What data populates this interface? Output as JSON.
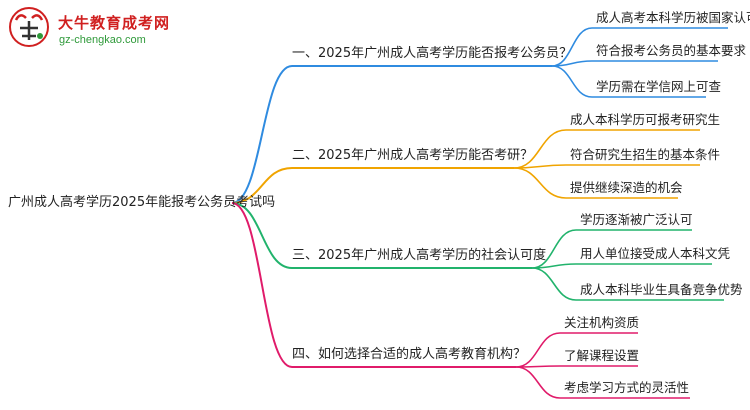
{
  "logo": {
    "title": "大牛教育成考网",
    "url": "gz-chengkao.com"
  },
  "diagram": {
    "root": "广州成人高考学历2025年能报考公务员考试吗",
    "branches": [
      {
        "label": "一、2025年广州成人高考学历能否报考公务员？",
        "color": "#2f8be0",
        "leaves": [
          "成人高考本科学历被国家认可",
          "符合报考公务员的基本要求",
          "学历需在学信网上可查"
        ]
      },
      {
        "label": "二、2025年广州成人高考学历能否考研？",
        "color": "#f0a400",
        "leaves": [
          "成人本科学历可报考研究生",
          "符合研究生招生的基本条件",
          "提供继续深造的机会"
        ]
      },
      {
        "label": "三、2025年广州成人高考学历的社会认可度",
        "color": "#21b36c",
        "leaves": [
          "学历逐渐被广泛认可",
          "用人单位接受成人本科文凭",
          "成人本科毕业生具备竞争优势"
        ]
      },
      {
        "label": "四、如何选择合适的成人高考教育机构？",
        "color": "#e01b6a",
        "leaves": [
          "关注机构资质",
          "了解课程设置",
          "考虑学习方式的灵活性"
        ]
      }
    ]
  }
}
